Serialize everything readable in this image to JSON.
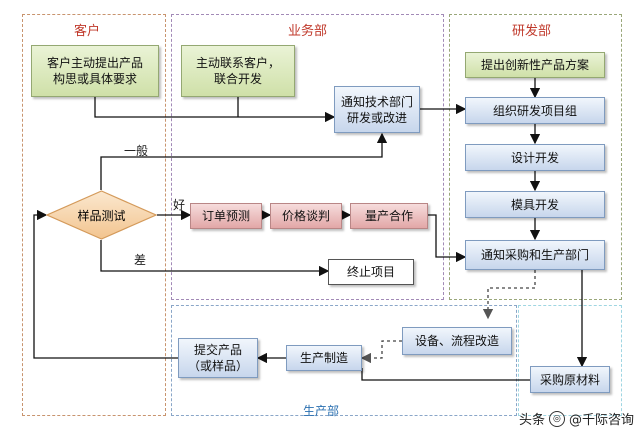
{
  "zones": {
    "customer": {
      "title": "客户"
    },
    "business": {
      "title": "业务部"
    },
    "rnd": {
      "title": "研发部"
    },
    "production": {
      "title": "生产部"
    }
  },
  "nodes": {
    "customer_request": "客户主动提出产品\n构思或具体要求",
    "contact_customer": "主动联系客户，\n联合开发",
    "notify_tech": "通知技术部门\n研发或改进",
    "propose_plan": "提出创新性产品方案",
    "org_team": "组织研发项目组",
    "design": "设计开发",
    "mold": "模具开发",
    "notify_purchase": "通知采购和生产部门",
    "sample_test": "样品测试",
    "order_forecast": "订单预测",
    "price_negotiation": "价格谈判",
    "mass_cooperation": "量产合作",
    "terminate": "终止项目",
    "equipment": "设备、流程改造",
    "purchase_material": "采购原材料",
    "production": "生产制造",
    "submit_product": "提交产品\n（或样品）"
  },
  "edge_labels": {
    "normal": "一般",
    "good": "好",
    "poor": "差"
  },
  "watermark": {
    "prefix": "头条",
    "account": "@千际咨询"
  }
}
